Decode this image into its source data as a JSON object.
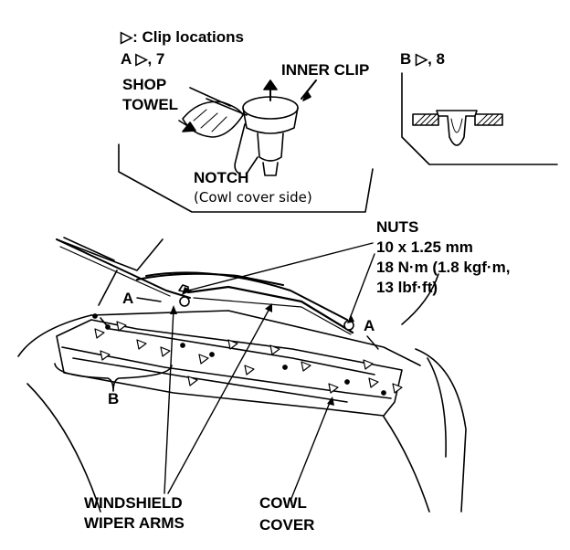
{
  "legend": {
    "clip_locations": "▷: Clip locations",
    "a_count": "A ▷, 7",
    "b_count": "B ▷, 8"
  },
  "inset": {
    "inner_clip": "INNER CLIP",
    "shop_towel_1": "SHOP",
    "shop_towel_2": "TOWEL",
    "notch": "NOTCH",
    "notch_note": "(Cowl cover side)"
  },
  "nuts": {
    "title": "NUTS",
    "size": "10 x 1.25 mm",
    "torque_1": "18 N·m (1.8 kgf·m,",
    "torque_2": "13 lbf·ft)"
  },
  "markers": {
    "a_left": "A",
    "a_right": "A",
    "b": "B"
  },
  "callouts": {
    "wiper_1": "WINDSHIELD",
    "wiper_2": "WIPER ARMS",
    "cowl_1": "COWL",
    "cowl_2": "COVER"
  },
  "colors": {
    "ink": "#000000",
    "paper": "#ffffff"
  }
}
